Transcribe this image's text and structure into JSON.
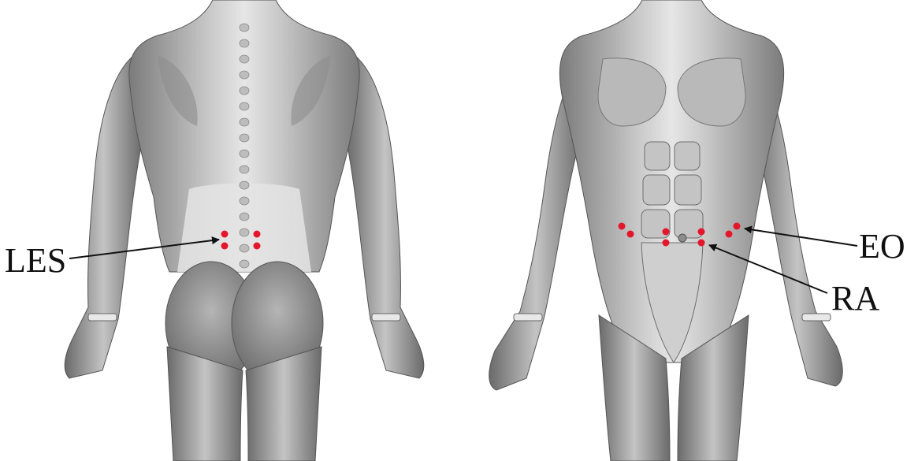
{
  "labels": {
    "les": "LES",
    "eo": "EO",
    "ra": "RA"
  },
  "colors": {
    "electrode": "#e3162b",
    "arrow": "#111111",
    "body_light": "#d9d9d9",
    "body_mid": "#a9a9a9",
    "body_dark": "#6f6f6f"
  },
  "figures": [
    "posterior-view",
    "anterior-view"
  ],
  "electrode_groups": [
    {
      "view": "posterior-view",
      "muscle_label": "LES",
      "count": 4
    },
    {
      "view": "anterior-view",
      "muscle_label": "EO",
      "count": 4
    },
    {
      "view": "anterior-view",
      "muscle_label": "RA",
      "count": 4
    }
  ]
}
